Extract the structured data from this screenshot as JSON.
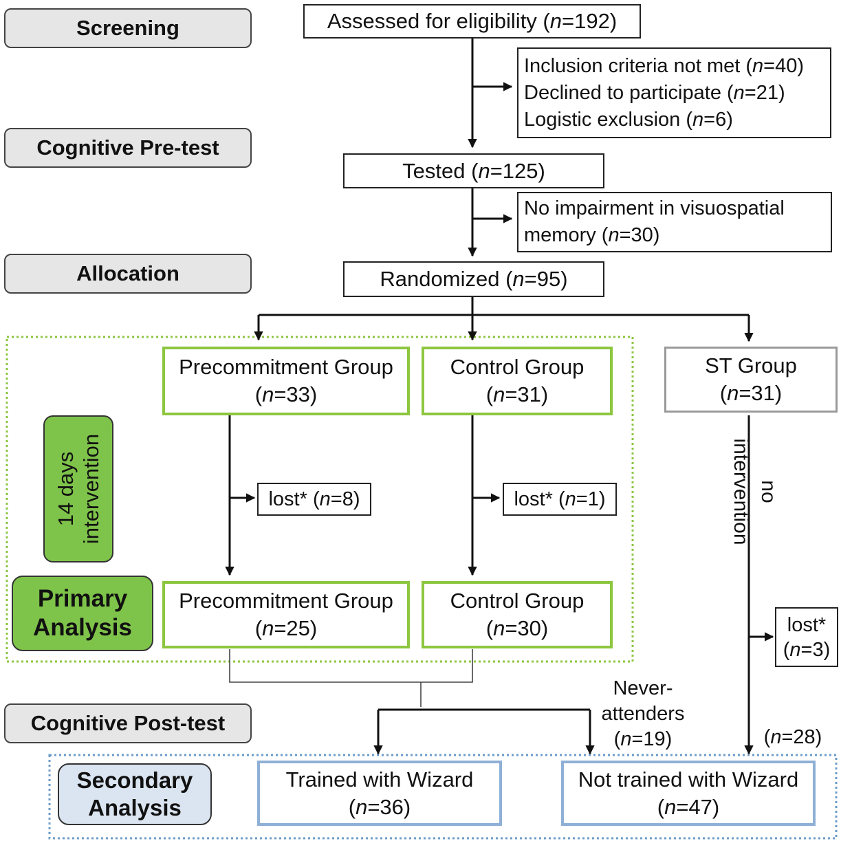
{
  "phases": {
    "screening": "Screening",
    "pretest": "Cognitive Pre-test",
    "allocation": "Allocation",
    "posttest": "Cognitive Post-test"
  },
  "primary_analysis": {
    "line1": "Primary",
    "line2": "Analysis"
  },
  "secondary_analysis": {
    "line1": "Secondary",
    "line2": "Analysis"
  },
  "intervention_label": {
    "line1": "14 days",
    "line2": "intervention"
  },
  "no_intervention_label": {
    "line1": "no",
    "line2": "intervention"
  },
  "assessed": {
    "text": "Assessed for eligibility (",
    "n": "n",
    "rest": "=192)"
  },
  "excluded": {
    "line1": {
      "text": "Inclusion criteria not met (",
      "n": "n",
      "rest": "=40)"
    },
    "line2": {
      "text": "Declined to participate (",
      "n": "n",
      "rest": "=21)"
    },
    "line3": {
      "text": "Logistic exclusion (",
      "n": "n",
      "rest": "=6)"
    }
  },
  "tested": {
    "text": "Tested (",
    "n": "n",
    "rest": "=125)"
  },
  "no_impairment": {
    "line1": "No impairment in visuospatial",
    "text": "memory (",
    "n": "n",
    "rest": "=30)"
  },
  "randomized": {
    "text": "Randomized (",
    "n": "n",
    "rest": "=95)"
  },
  "precommitment_start": {
    "title": "Precommitment Group",
    "open": "(",
    "n": "n",
    "rest": "=33)"
  },
  "control_start": {
    "title": "Control Group",
    "open": "(",
    "n": "n",
    "rest": "=31)"
  },
  "st_group": {
    "title": "ST Group",
    "open": "(",
    "n": "n",
    "rest": "=31)"
  },
  "lost_precommitment": {
    "text": "lost* (",
    "n": "n",
    "rest": "=8)"
  },
  "lost_control": {
    "text": "lost* (",
    "n": "n",
    "rest": "=1)"
  },
  "lost_st": {
    "line1": "lost*",
    "open": "(",
    "n": "n",
    "rest": "=3)"
  },
  "precommitment_end": {
    "title": "Precommitment Group",
    "open": "(",
    "n": "n",
    "rest": "=25)"
  },
  "control_end": {
    "title": "Control Group",
    "open": "(",
    "n": "n",
    "rest": "=30)"
  },
  "never_attenders": {
    "line1": "Never-",
    "line2": "attenders",
    "open": "(",
    "n": "n",
    "rest": "=19)"
  },
  "st_remaining": {
    "open": "(",
    "n": "n",
    "rest": "=28)"
  },
  "trained": {
    "title": "Trained with Wizard",
    "open": "(",
    "n": "n",
    "rest": "=36)"
  },
  "not_trained": {
    "title": "Not trained with Wizard",
    "open": "(",
    "n": "n",
    "rest": "=47)"
  },
  "colors": {
    "green_border": "#8dc63f",
    "green_fill": "#7fc44a",
    "blue_border": "#8fb0d6",
    "blue_fill": "#dbe5f1",
    "phase_fill": "#e6e6e6",
    "gray_border": "#9a9a9a"
  }
}
